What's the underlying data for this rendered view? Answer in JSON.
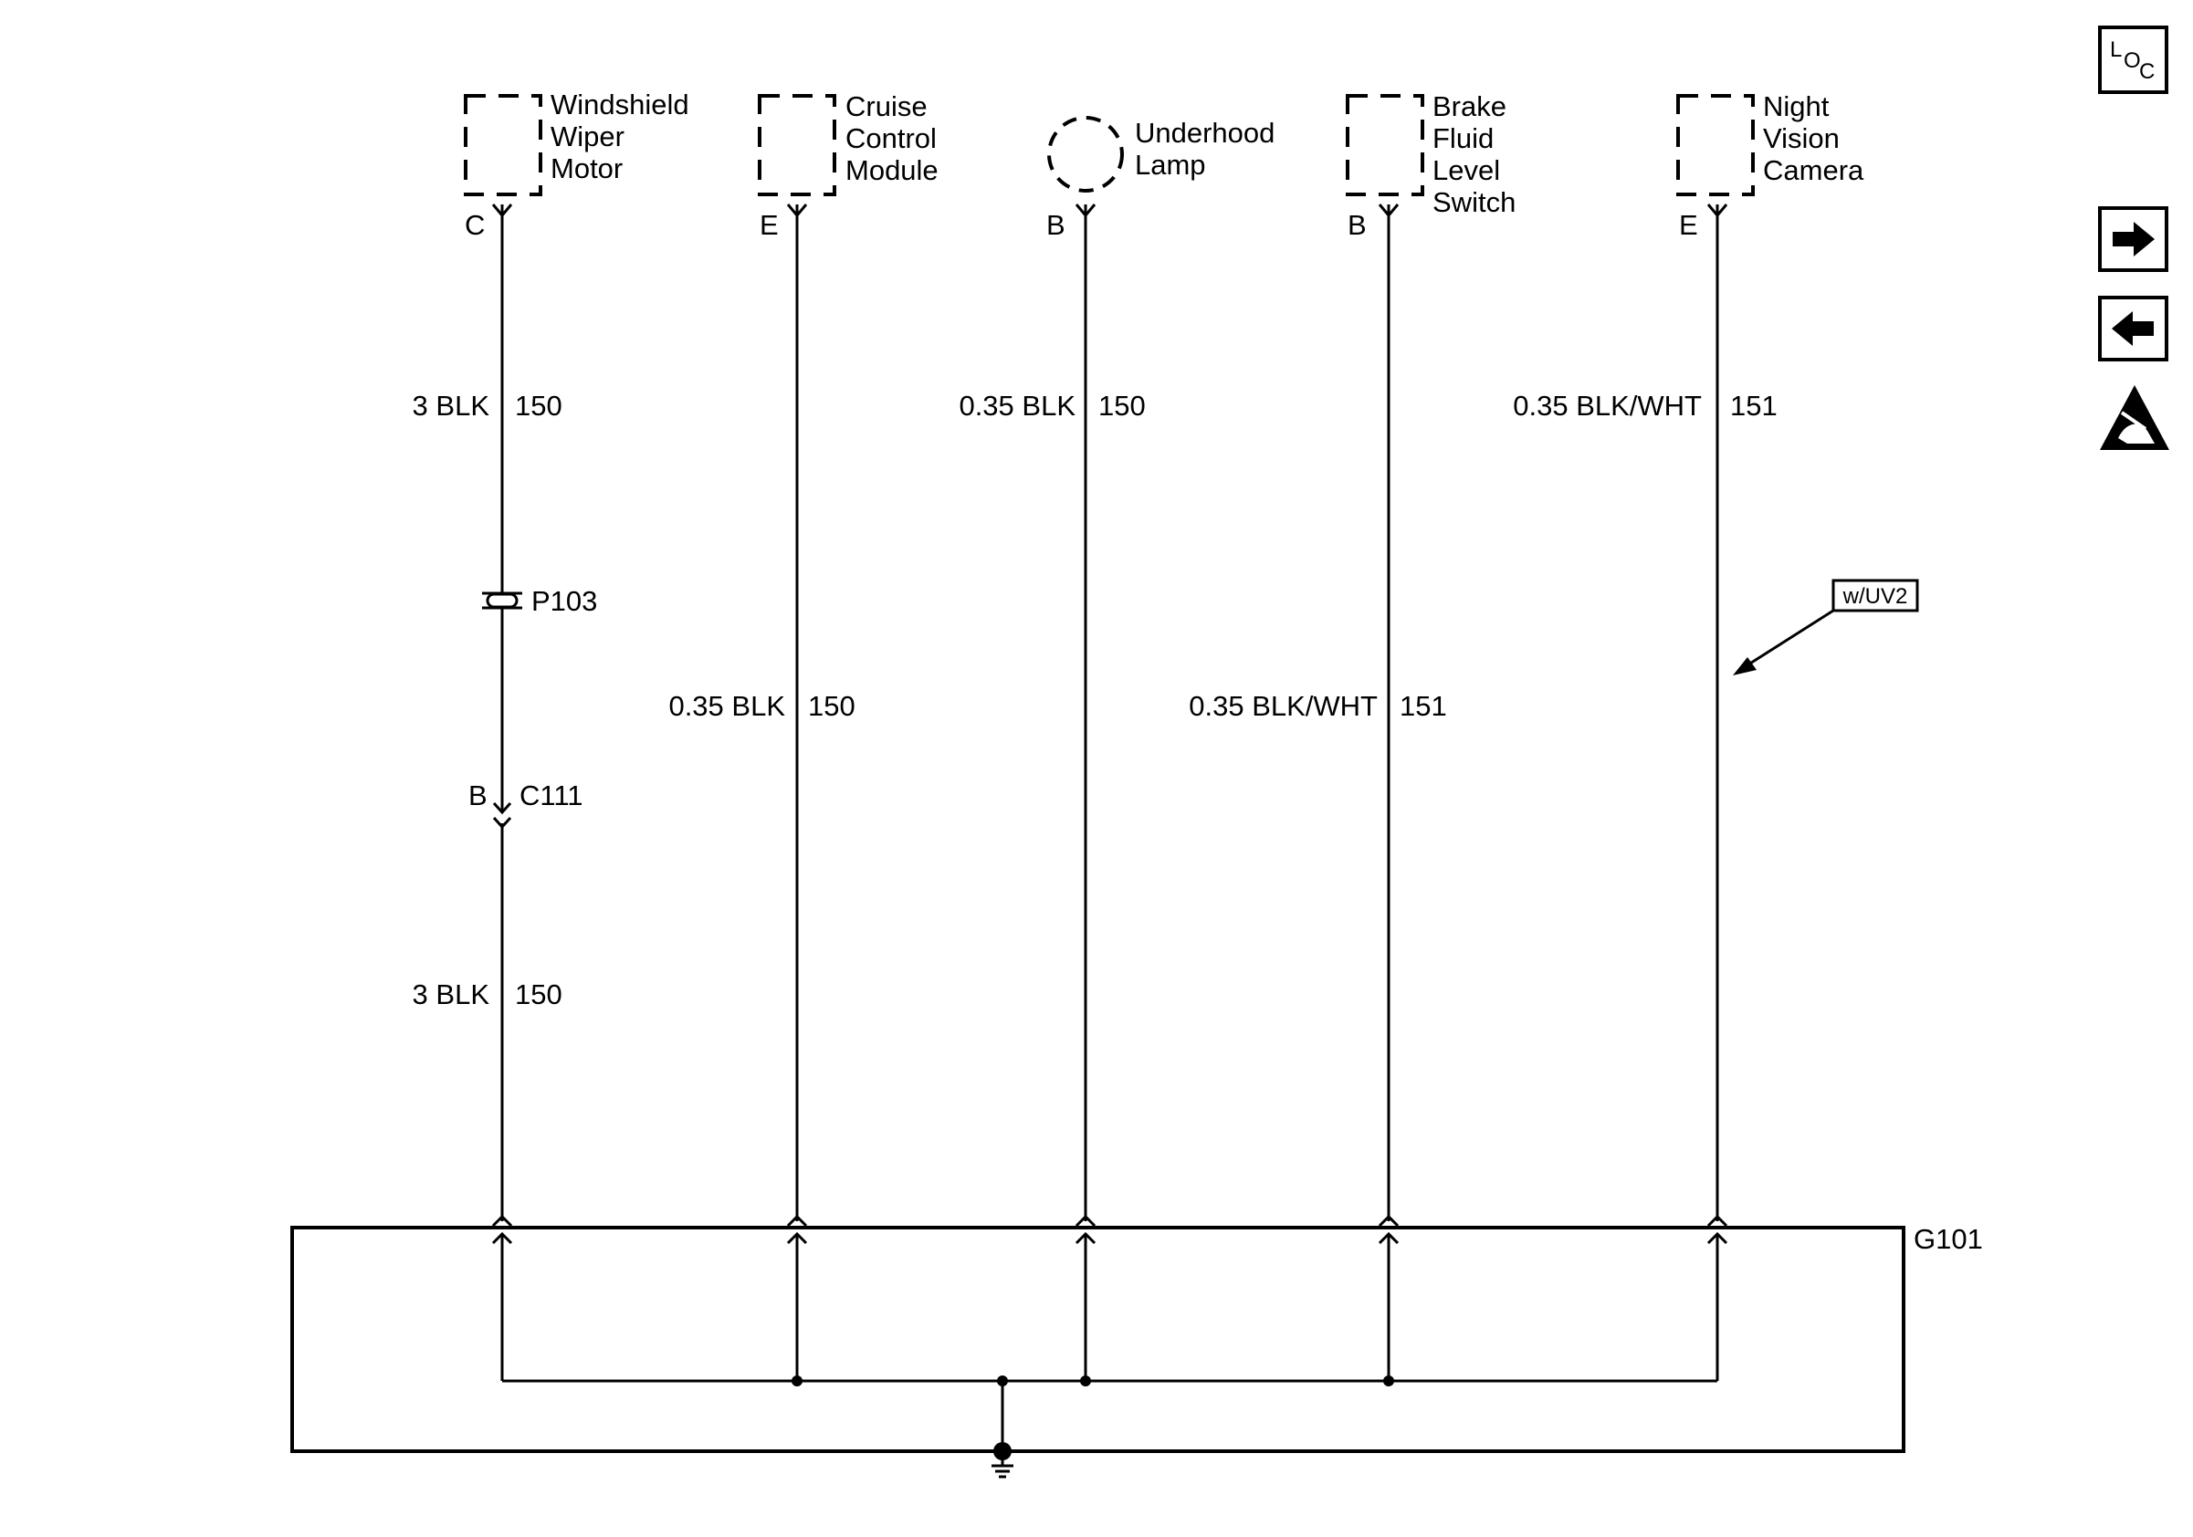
{
  "components": [
    {
      "name_lines": [
        "Windshield",
        "Wiper",
        "Motor"
      ],
      "pin": "C"
    },
    {
      "name_lines": [
        "Cruise",
        "Control",
        "Module"
      ],
      "pin": "E"
    },
    {
      "name_lines": [
        "Underhood",
        "Lamp"
      ],
      "pin": "B"
    },
    {
      "name_lines": [
        "Brake",
        "Fluid",
        "Level",
        "Switch"
      ],
      "pin": "B"
    },
    {
      "name_lines": [
        "Night",
        "Vision",
        "Camera"
      ],
      "pin": "E"
    }
  ],
  "wire_labels": [
    {
      "gauge_color": "3 BLK",
      "circuit": "150"
    },
    {
      "gauge_color": "0.35 BLK",
      "circuit": "150"
    },
    {
      "gauge_color": "0.35 BLK/WHT",
      "circuit": "151"
    },
    {
      "gauge_color": "0.35 BLK",
      "circuit": "150"
    },
    {
      "gauge_color": "0.35 BLK/WHT",
      "circuit": "151"
    },
    {
      "gauge_color": "3 BLK",
      "circuit": "150"
    }
  ],
  "splice": "P103",
  "connector": {
    "pin": "B",
    "name": "C111"
  },
  "ground": "G101",
  "option_tag": "w/UV2",
  "nav_icons": [
    "location-icon",
    "next-page-icon",
    "previous-page-icon",
    "esd-warning-icon"
  ],
  "loc_icon": {
    "l": "L",
    "o": "O",
    "c": "C"
  }
}
